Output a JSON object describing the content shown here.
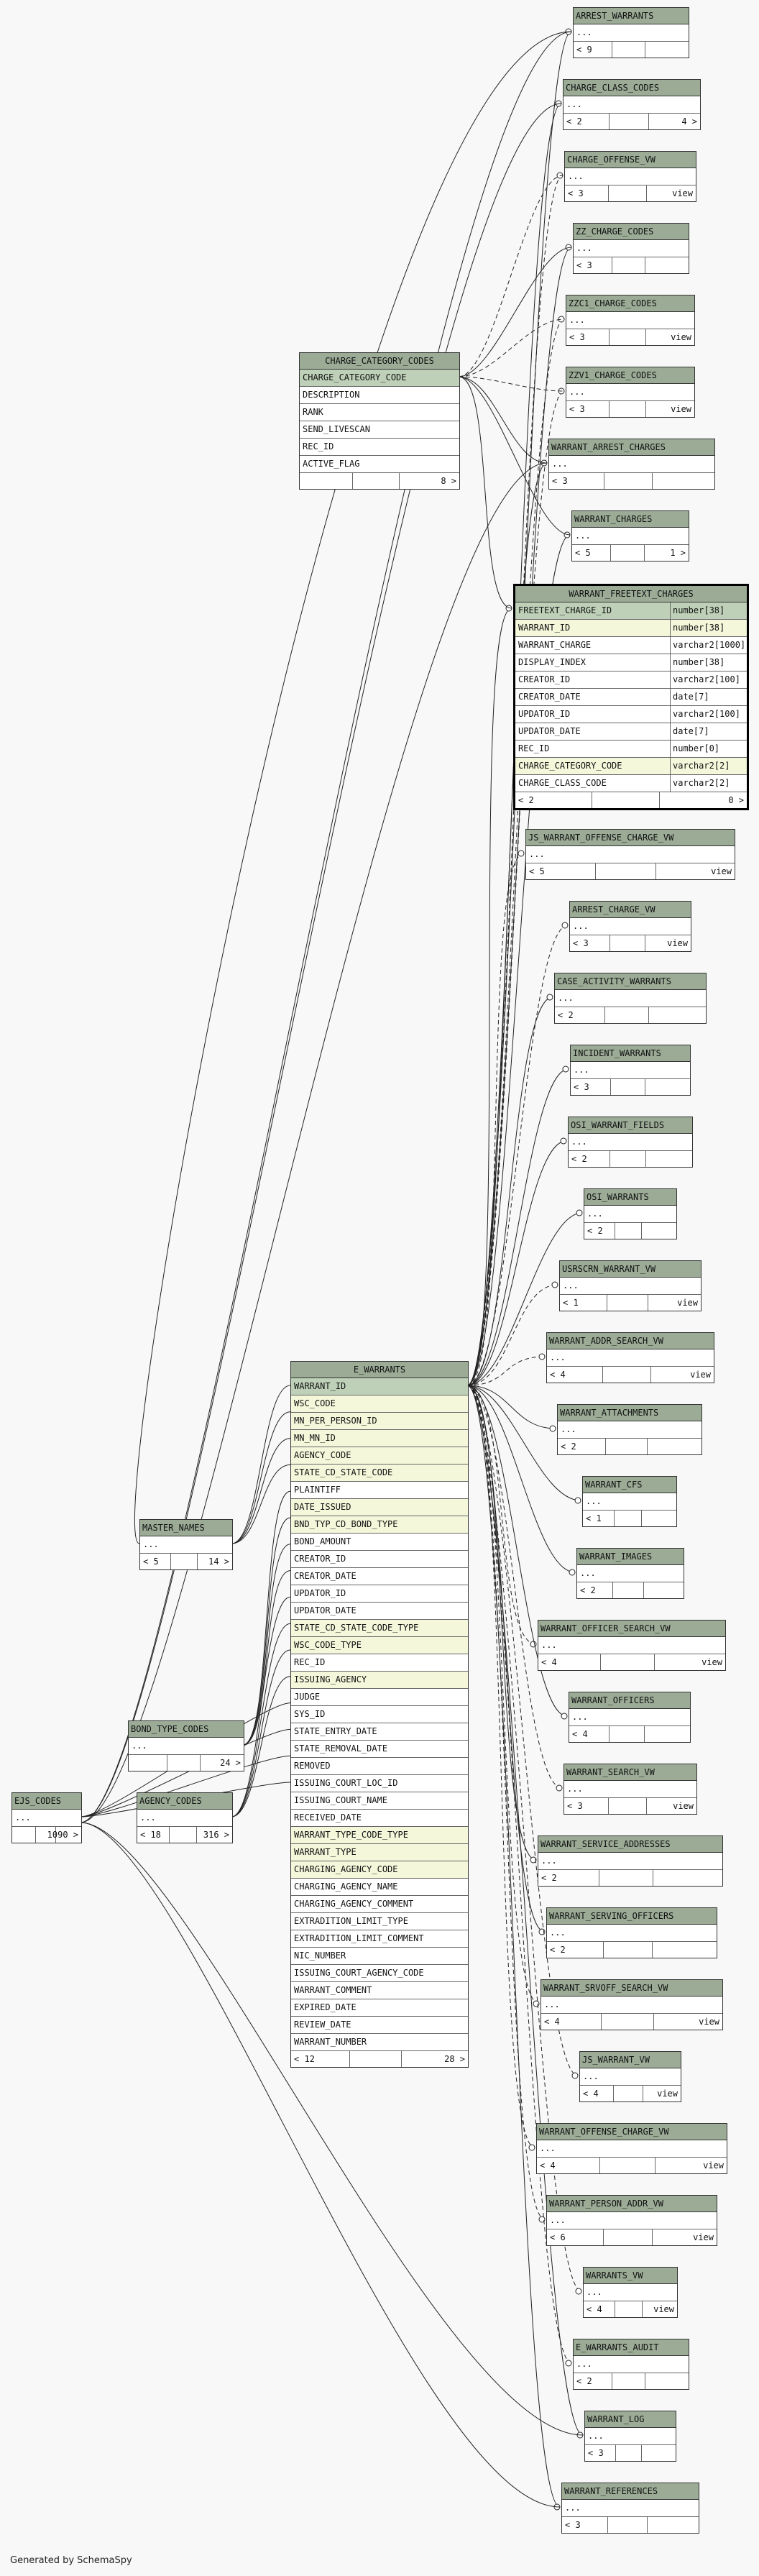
{
  "footer": "Generated by SchemaSpy",
  "tables": {
    "arrest_warrants": {
      "name": "ARREST_WARRANTS",
      "rows": [
        "..."
      ],
      "f1": "< 9",
      "f3": ""
    },
    "charge_class_codes": {
      "name": "CHARGE_CLASS_CODES",
      "rows": [
        "..."
      ],
      "f1": "< 2",
      "f3": "4 >"
    },
    "charge_offense_vw": {
      "name": "CHARGE_OFFENSE_VW",
      "rows": [
        "..."
      ],
      "f1": "< 3",
      "f3": "view"
    },
    "zz_charge_codes": {
      "name": "ZZ_CHARGE_CODES",
      "rows": [
        "..."
      ],
      "f1": "< 3",
      "f3": ""
    },
    "zzc1_charge_codes": {
      "name": "ZZC1_CHARGE_CODES",
      "rows": [
        "..."
      ],
      "f1": "< 3",
      "f3": "view"
    },
    "zzv1_charge_codes": {
      "name": "ZZV1_CHARGE_CODES",
      "rows": [
        "..."
      ],
      "f1": "< 3",
      "f3": "view"
    },
    "charge_category_codes": {
      "name": "CHARGE_CATEGORY_CODES",
      "rows": [
        "CHARGE_CATEGORY_CODE",
        "DESCRIPTION",
        "RANK",
        "SEND_LIVESCAN",
        "REC_ID",
        "ACTIVE_FLAG"
      ],
      "f1": "",
      "f3": "8 >"
    },
    "warrant_arrest_charges": {
      "name": "WARRANT_ARREST_CHARGES",
      "rows": [
        "..."
      ],
      "f1": "< 3",
      "f3": ""
    },
    "warrant_charges": {
      "name": "WARRANT_CHARGES",
      "rows": [
        "..."
      ],
      "f1": "< 5",
      "f3": "1 >"
    },
    "warrant_freetext_charges": {
      "name": "WARRANT_FREETEXT_CHARGES",
      "rows": [
        {
          "col": "FREETEXT_CHARGE_ID",
          "type": "number[38]"
        },
        {
          "col": "WARRANT_ID",
          "type": "number[38]"
        },
        {
          "col": "WARRANT_CHARGE",
          "type": "varchar2[1000]"
        },
        {
          "col": "DISPLAY_INDEX",
          "type": "number[38]"
        },
        {
          "col": "CREATOR_ID",
          "type": "varchar2[100]"
        },
        {
          "col": "CREATOR_DATE",
          "type": "date[7]"
        },
        {
          "col": "UPDATOR_ID",
          "type": "varchar2[100]"
        },
        {
          "col": "UPDATOR_DATE",
          "type": "date[7]"
        },
        {
          "col": "REC_ID",
          "type": "number[0]"
        },
        {
          "col": "CHARGE_CATEGORY_CODE",
          "type": "varchar2[2]"
        },
        {
          "col": "CHARGE_CLASS_CODE",
          "type": "varchar2[2]"
        }
      ],
      "f1": "< 2",
      "f3": "0 >"
    },
    "js_warrant_offense_charge_vw": {
      "name": "JS_WARRANT_OFFENSE_CHARGE_VW",
      "rows": [
        "..."
      ],
      "f1": "< 5",
      "f3": "view"
    },
    "arrest_charge_vw": {
      "name": "ARREST_CHARGE_VW",
      "rows": [
        "..."
      ],
      "f1": "< 3",
      "f3": "view"
    },
    "case_activity_warrants": {
      "name": "CASE_ACTIVITY_WARRANTS",
      "rows": [
        "..."
      ],
      "f1": "< 2",
      "f3": ""
    },
    "incident_warrants": {
      "name": "INCIDENT_WARRANTS",
      "rows": [
        "..."
      ],
      "f1": "< 3",
      "f3": ""
    },
    "osi_warrant_fields": {
      "name": "OSI_WARRANT_FIELDS",
      "rows": [
        "..."
      ],
      "f1": "< 2",
      "f3": ""
    },
    "osi_warrants": {
      "name": "OSI_WARRANTS",
      "rows": [
        "..."
      ],
      "f1": "< 2",
      "f3": ""
    },
    "usrscrn_warrant_vw": {
      "name": "USRSCRN_WARRANT_VW",
      "rows": [
        "..."
      ],
      "f1": "< 1",
      "f3": "view"
    },
    "warrant_addr_search_vw": {
      "name": "WARRANT_ADDR_SEARCH_VW",
      "rows": [
        "..."
      ],
      "f1": "< 4",
      "f3": "view"
    },
    "warrant_attachments": {
      "name": "WARRANT_ATTACHMENTS",
      "rows": [
        "..."
      ],
      "f1": "< 2",
      "f3": ""
    },
    "warrant_cfs": {
      "name": "WARRANT_CFS",
      "rows": [
        "..."
      ],
      "f1": "< 1",
      "f3": ""
    },
    "warrant_images": {
      "name": "WARRANT_IMAGES",
      "rows": [
        "..."
      ],
      "f1": "< 2",
      "f3": ""
    },
    "warrant_officer_search_vw": {
      "name": "WARRANT_OFFICER_SEARCH_VW",
      "rows": [
        "..."
      ],
      "f1": "< 4",
      "f3": "view"
    },
    "warrant_officers": {
      "name": "WARRANT_OFFICERS",
      "rows": [
        "..."
      ],
      "f1": "< 4",
      "f3": ""
    },
    "warrant_search_vw": {
      "name": "WARRANT_SEARCH_VW",
      "rows": [
        "..."
      ],
      "f1": "< 3",
      "f3": "view"
    },
    "warrant_service_addresses": {
      "name": "WARRANT_SERVICE_ADDRESSES",
      "rows": [
        "..."
      ],
      "f1": "< 2",
      "f3": ""
    },
    "warrant_serving_officers": {
      "name": "WARRANT_SERVING_OFFICERS",
      "rows": [
        "..."
      ],
      "f1": "< 2",
      "f3": ""
    },
    "warrant_srvoff_search_vw": {
      "name": "WARRANT_SRVOFF_SEARCH_VW",
      "rows": [
        "..."
      ],
      "f1": "< 4",
      "f3": "view"
    },
    "js_warrant_vw": {
      "name": "JS_WARRANT_VW",
      "rows": [
        "..."
      ],
      "f1": "< 4",
      "f3": "view"
    },
    "warrant_offense_charge_vw": {
      "name": "WARRANT_OFFENSE_CHARGE_VW",
      "rows": [
        "..."
      ],
      "f1": "< 4",
      "f3": "view"
    },
    "warrant_person_addr_vw": {
      "name": "WARRANT_PERSON_ADDR_VW",
      "rows": [
        "..."
      ],
      "f1": "< 6",
      "f3": "view"
    },
    "warrants_vw": {
      "name": "WARRANTS_VW",
      "rows": [
        "..."
      ],
      "f1": "< 4",
      "f3": "view"
    },
    "e_warrants_audit": {
      "name": "E_WARRANTS_AUDIT",
      "rows": [
        "..."
      ],
      "f1": "< 2",
      "f3": ""
    },
    "warrant_log": {
      "name": "WARRANT_LOG",
      "rows": [
        "..."
      ],
      "f1": "< 3",
      "f3": ""
    },
    "warrant_references": {
      "name": "WARRANT_REFERENCES",
      "rows": [
        "..."
      ],
      "f1": "< 3",
      "f3": ""
    },
    "master_names": {
      "name": "MASTER_NAMES",
      "rows": [
        "..."
      ],
      "f1": "< 5",
      "f3": "14 >"
    },
    "bond_type_codes": {
      "name": "BOND_TYPE_CODES",
      "rows": [
        "..."
      ],
      "f1": "",
      "f3": "24 >"
    },
    "agency_codes": {
      "name": "AGENCY_CODES",
      "rows": [
        "..."
      ],
      "f1": "< 18",
      "f3": "316 >"
    },
    "ejs_codes": {
      "name": "EJS_CODES",
      "rows": [
        "..."
      ],
      "f1": "",
      "f3": "1090 >"
    },
    "e_warrants": {
      "name": "E_WARRANTS",
      "rows": [
        "WARRANT_ID",
        "WSC_CODE",
        "MN_PER_PERSON_ID",
        "MN_MN_ID",
        "AGENCY_CODE",
        "STATE_CD_STATE_CODE",
        "PLAINTIFF",
        "DATE_ISSUED",
        "BND_TYP_CD_BOND_TYPE",
        "BOND_AMOUNT",
        "CREATOR_ID",
        "CREATOR_DATE",
        "UPDATOR_ID",
        "UPDATOR_DATE",
        "STATE_CD_STATE_CODE_TYPE",
        "WSC_CODE_TYPE",
        "REC_ID",
        "ISSUING_AGENCY",
        "JUDGE",
        "SYS_ID",
        "STATE_ENTRY_DATE",
        "STATE_REMOVAL_DATE",
        "REMOVED",
        "ISSUING_COURT_LOC_ID",
        "ISSUING_COURT_NAME",
        "RECEIVED_DATE",
        "WARRANT_TYPE_CODE_TYPE",
        "WARRANT_TYPE",
        "CHARGING_AGENCY_CODE",
        "CHARGING_AGENCY_NAME",
        "CHARGING_AGENCY_COMMENT",
        "EXTRADITION_LIMIT_TYPE",
        "EXTRADITION_LIMIT_COMMENT",
        "NIC_NUMBER",
        "ISSUING_COURT_AGENCY_CODE",
        "WARRANT_COMMENT",
        "EXPIRED_DATE",
        "REVIEW_DATE",
        "WARRANT_NUMBER"
      ],
      "f1": "< 12",
      "f3": "28 >"
    }
  }
}
